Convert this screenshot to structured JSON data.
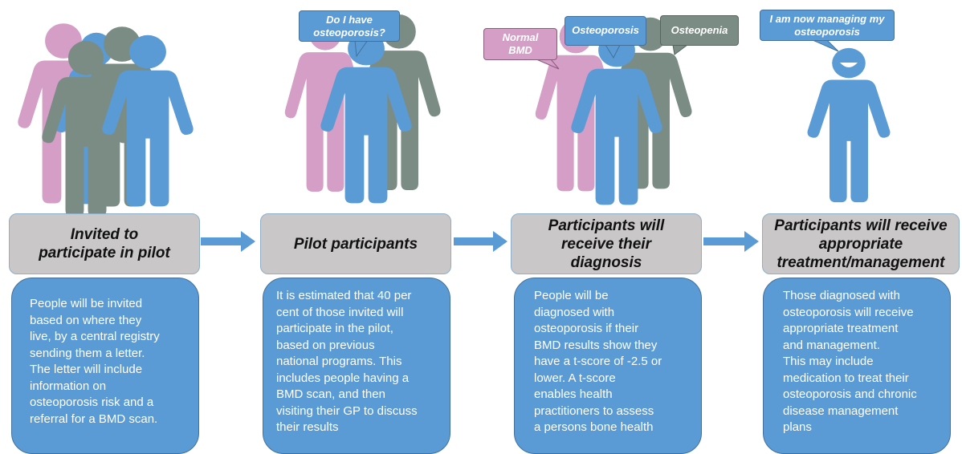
{
  "colors": {
    "pink": "#d59ec6",
    "green": "#7a8c84",
    "blue": "#5b9bd5",
    "stage_box": "#c9c7c8",
    "desc_box": "#5b9bd5",
    "arrow": "#5b9bd5"
  },
  "bubbles": {
    "q1": [
      "Do I have",
      "osteoporosis?"
    ],
    "normal": [
      "Normal",
      "BMD"
    ],
    "osteoporosis": "Osteoporosis",
    "osteopenia": "Osteopenia",
    "managing": [
      "I am now managing my",
      "osteoporosis"
    ]
  },
  "stages": [
    {
      "title": [
        "Invited to",
        "participate in pilot"
      ],
      "description": [
        "People will be invited",
        "based on where they",
        "live, by a central registry",
        "sending them a letter.",
        "The letter will include",
        "information on",
        "osteoporosis risk and a",
        "referral for a BMD scan."
      ]
    },
    {
      "title": [
        "Pilot participants"
      ],
      "description": [
        "It is estimated that 40 per",
        "cent of those invited will",
        "participate in the pilot,",
        "based on previous",
        "national programs. This",
        "includes people having a",
        "BMD scan, and then",
        "visiting their GP to discuss",
        "their results"
      ]
    },
    {
      "title": [
        "Participants will",
        "receive their",
        "diagnosis"
      ],
      "description": [
        "People will be",
        "diagnosed with",
        "osteoporosis if their",
        "BMD results show they",
        "have a t-score of -2.5 or",
        "lower. A t-score",
        "enables health",
        "practitioners to assess",
        "a persons bone health"
      ]
    },
    {
      "title": [
        "Participants will receive",
        "appropriate",
        "treatment/management"
      ],
      "description": [
        "Those diagnosed with",
        "osteoporosis will receive",
        "appropriate treatment",
        "and management.",
        "This may include",
        "medication to treat their",
        "osteoporosis and chronic",
        "disease management",
        "plans"
      ]
    }
  ]
}
